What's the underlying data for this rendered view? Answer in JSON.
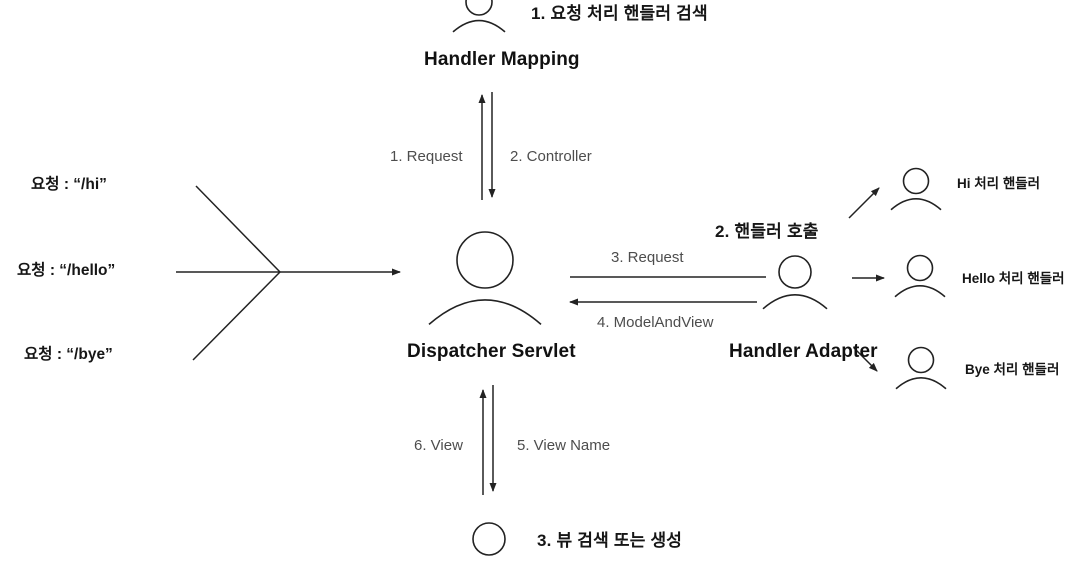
{
  "diagram": {
    "handler_mapping": {
      "title": "Handler Mapping",
      "annotation": "1. 요청 처리 핸들러 검색"
    },
    "dispatcher": {
      "title": "Dispatcher Servlet"
    },
    "handler_adapter": {
      "title": "Handler Adapter",
      "annotation": "2. 핸들러 호출"
    },
    "view": {
      "annotation": "3. 뷰 검색 또는 생성"
    },
    "requests": [
      {
        "label": "요청 : “/hi”"
      },
      {
        "label": "요청 : “/hello”"
      },
      {
        "label": "요청 : “/bye”"
      }
    ],
    "handlers": [
      {
        "label": "Hi 처리 핸들러"
      },
      {
        "label": "Hello 처리 핸들러"
      },
      {
        "label": "Bye 처리 핸들러"
      }
    ],
    "flows": {
      "request_up": "1. Request",
      "controller_down": "2. Controller",
      "request_right": "3. Request",
      "model_and_view": "4. ModelAndView",
      "view_name_down": "5. View Name",
      "view_up": "6. View"
    },
    "colors": {
      "text": "#161616",
      "muted": "#4d4d4d",
      "line": "#222222",
      "background": "#ffffff"
    }
  }
}
